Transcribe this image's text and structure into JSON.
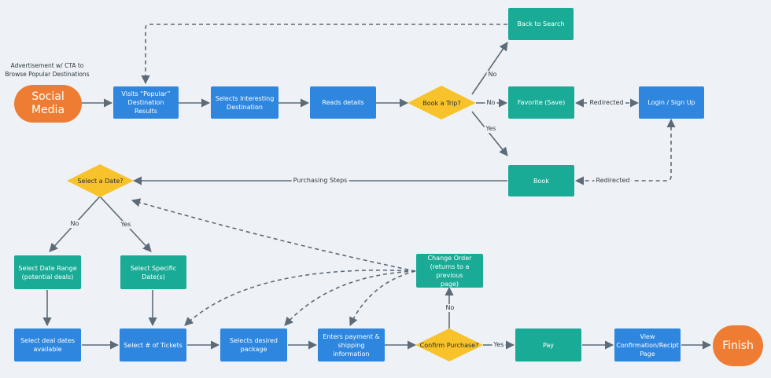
{
  "note": "Advertisement w/ CTA to\nBrowse Popular Destinations",
  "nodes": {
    "social_media": "Social\nMedia",
    "visits_popular": "Visits “Popular”\nDestination Results",
    "selects_interesting": "Selects Interesting\nDestination",
    "reads_details": "Reads details",
    "book_a_trip": "Book a Trip?",
    "back_to_search": "Back to Search",
    "favorite": "Favorite (Save)",
    "login": "Login / Sign Up",
    "book": "Book",
    "select_a_date": "Select a Date?",
    "select_date_range": "Select Date Range\n(potential deals)",
    "select_specific": "Select Specific\nDate(s)",
    "change_order": "Change Order\n(returns to a previous\npage)",
    "select_deal_dates": "Select deal dates\navailable",
    "select_tickets": "Select # of Tickets",
    "selects_package": "Selects desired\npackage",
    "enters_payment": "Enters payment &\nshipping information",
    "confirm_purchase": "Confirm Purchase?",
    "pay": "Pay",
    "view_confirmation": "View\nConfirmation/Recipt\nPage",
    "finish": "Finish"
  },
  "edge_labels": {
    "no_back": "No",
    "no_favorite": "No",
    "yes_book": "Yes",
    "redirected_top": "Redirected",
    "redirected_bottom": "Redirected",
    "purchasing_steps": "Purchasing Steps",
    "no_date": "No",
    "yes_date": "Yes",
    "no_confirm": "No",
    "yes_confirm": "Yes"
  },
  "colors": {
    "blue": "#2e86de",
    "teal": "#1aab96",
    "yellow": "#f7c22a",
    "orange": "#ee7d33",
    "line": "#5d6b78"
  }
}
